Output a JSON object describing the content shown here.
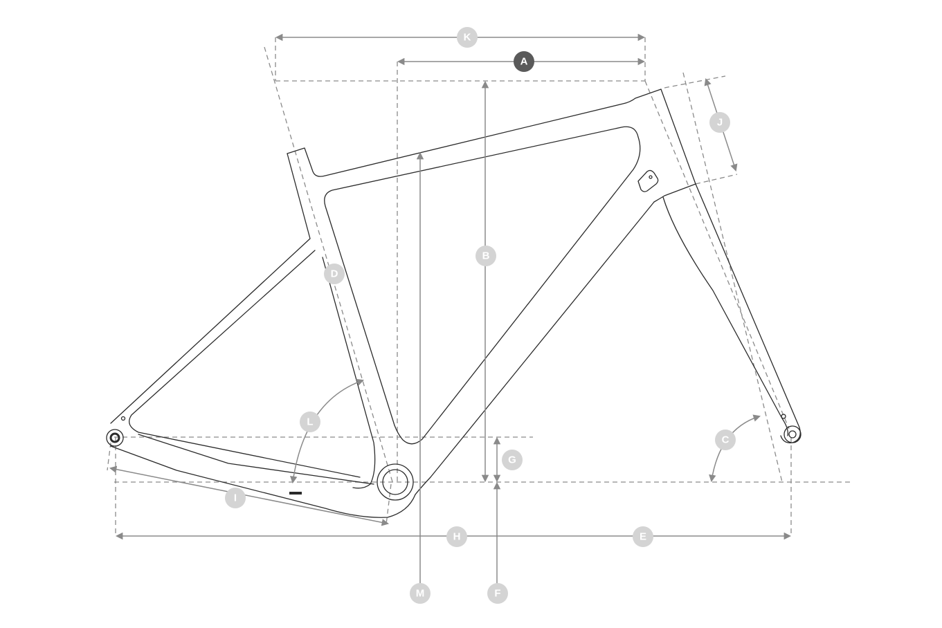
{
  "diagram": {
    "title": "Bicycle frame geometry",
    "labels": {
      "A": "A",
      "B": "B",
      "C": "C",
      "D": "D",
      "E": "E",
      "F": "F",
      "G": "G",
      "H": "H",
      "I": "I",
      "J": "J",
      "K": "K",
      "L": "L",
      "M": "M"
    },
    "highlighted_label": "A",
    "colors": {
      "badge": "#d4d4d4",
      "badge_highlight": "#5a5a5a",
      "dimension_line": "#8a8a8a",
      "frame_line": "#2a2a2a"
    }
  }
}
